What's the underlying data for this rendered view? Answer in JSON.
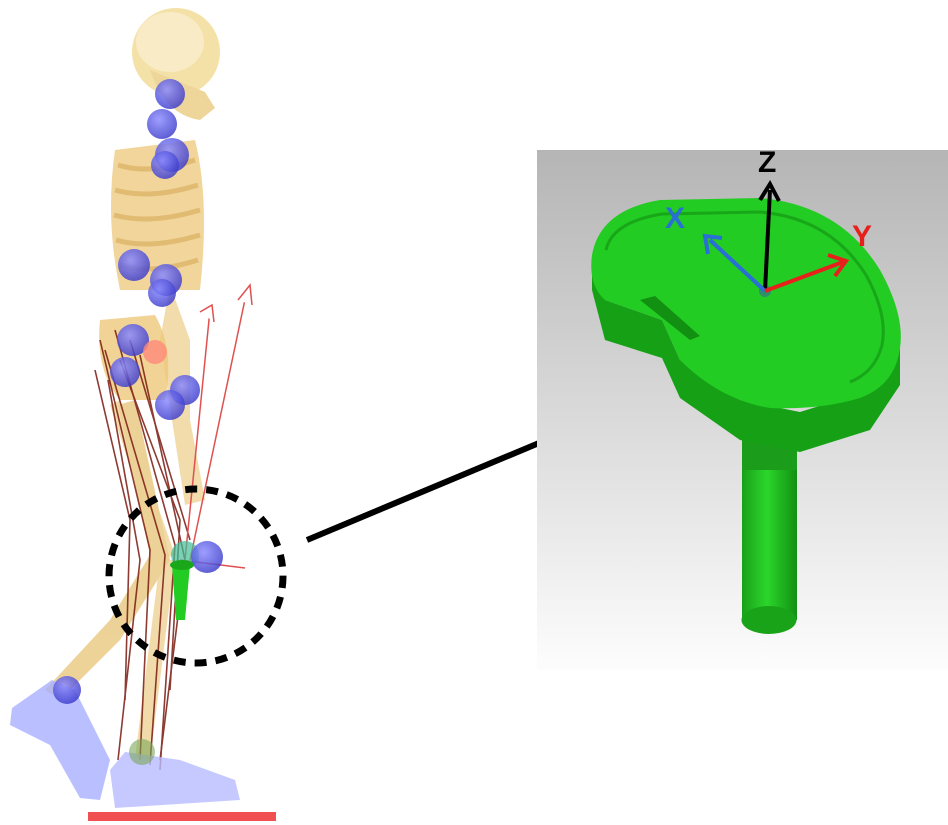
{
  "axes": {
    "x": {
      "label": "X",
      "color": "#2a6fd6"
    },
    "y": {
      "label": "Y",
      "color": "#e8201c"
    },
    "z": {
      "label": "Z",
      "color": "#000000"
    }
  },
  "colors": {
    "implant": "#22cc22",
    "implant_dark": "#139a13",
    "panel_top": "#b9b9b9",
    "panel_bottom": "#ffffff",
    "bone": "#f0d48a",
    "joint": "#5a5adf",
    "muscle": "#7a1a10",
    "ground": "#f04848",
    "foot": "#9fa6ff",
    "force": "#e05050"
  },
  "icons": [
    "skeleton-figure",
    "tibial-implant",
    "magnify-circle",
    "pointer-arrow"
  ]
}
